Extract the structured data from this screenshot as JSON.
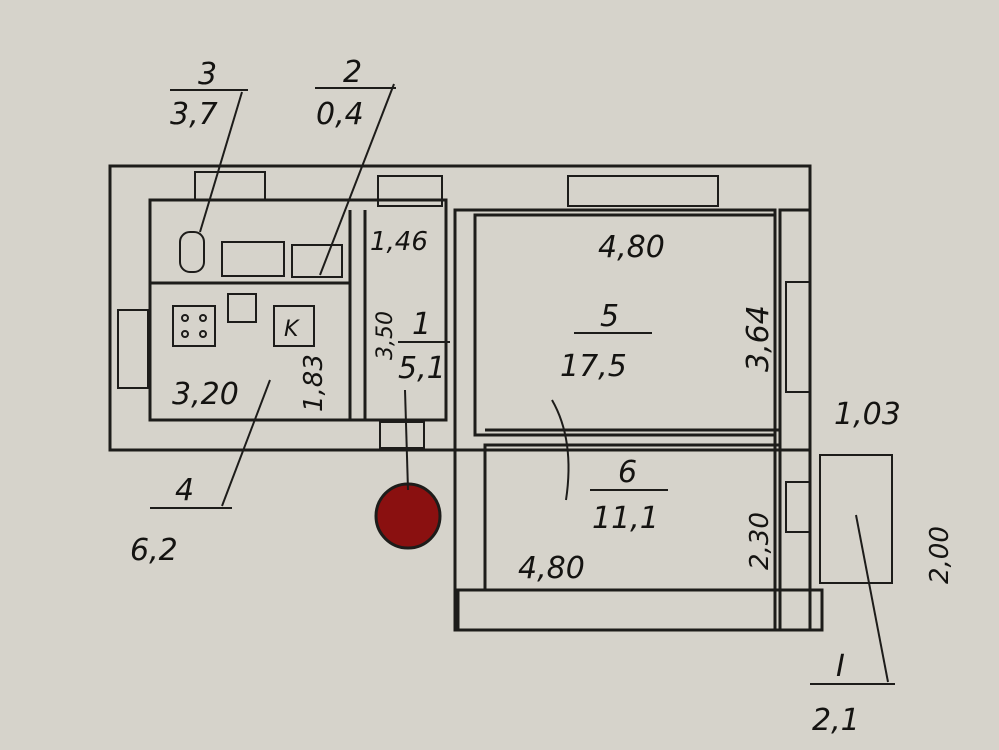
{
  "diagram": {
    "rooms": [
      {
        "number": "3",
        "area": "3,7"
      },
      {
        "number": "2",
        "area": "0,4"
      },
      {
        "number": "1",
        "area": "5,1"
      },
      {
        "number": "5",
        "area": "17,5"
      },
      {
        "number": "6",
        "area": "11,1"
      },
      {
        "number": "4",
        "area": "6,2"
      },
      {
        "number": "I",
        "area": "2,1"
      }
    ],
    "dimensions": {
      "hall_width": "1,46",
      "hall_depth": "3,50",
      "room5_width": "4,80",
      "room5_depth": "3,64",
      "kitchen_width": "3,20",
      "kitchen_depth": "1,83",
      "balcony_width": "1,03",
      "balcony_depth": "2,00",
      "room6_width": "4,80",
      "room6_depth": "2,30"
    },
    "fixture_labels": {
      "stove": "K"
    },
    "colors": {
      "paper": "#d6d3cb",
      "ink": "#1d1c1a",
      "marker": "#8a1010"
    }
  }
}
